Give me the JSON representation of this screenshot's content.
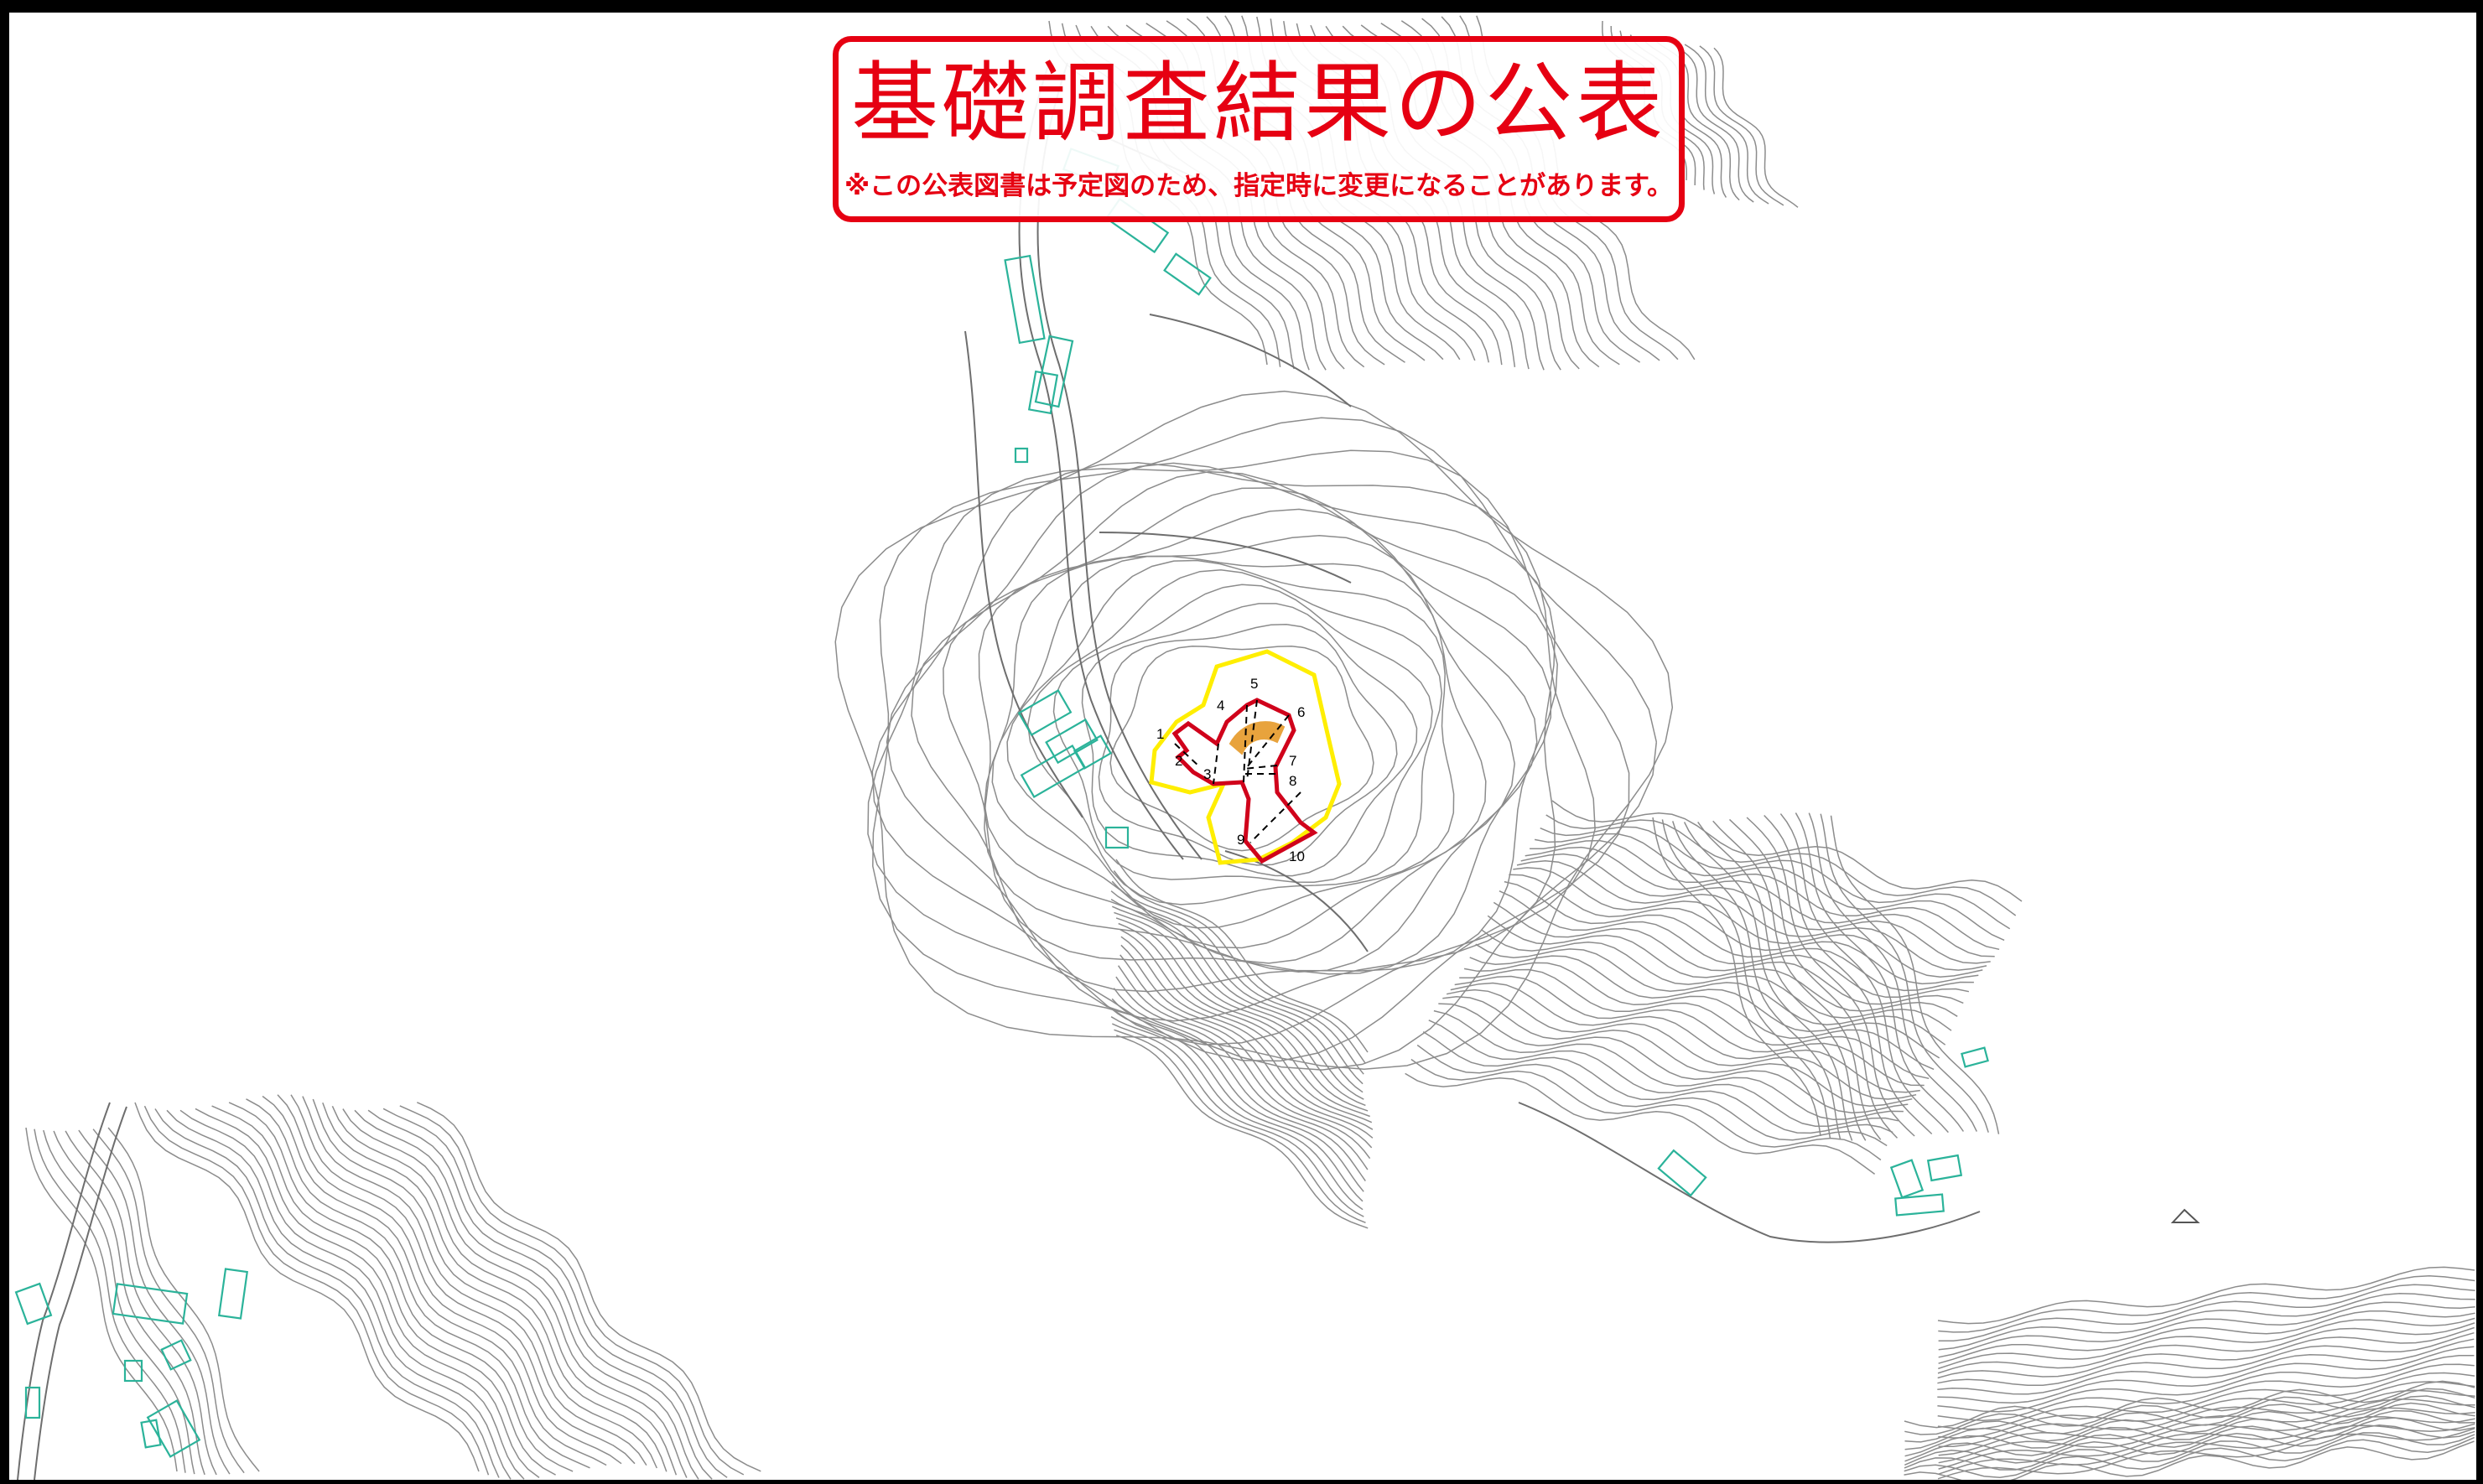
{
  "title": "基礎調査結果の公表",
  "notice": "※この公表図書は予定図のため、指定時に変更になることがあります。",
  "point_labels": [
    "1",
    "2",
    "3",
    "4",
    "5",
    "6",
    "7",
    "8",
    "9",
    "10"
  ],
  "colors": {
    "title_red": "#e60012",
    "boundary_red": "#d0021b",
    "zone_yellow": "#ffee00",
    "hazard_orange": "#e8a33d",
    "building_green": "#2bb39a",
    "contour_gray": "#8c8c8c"
  }
}
